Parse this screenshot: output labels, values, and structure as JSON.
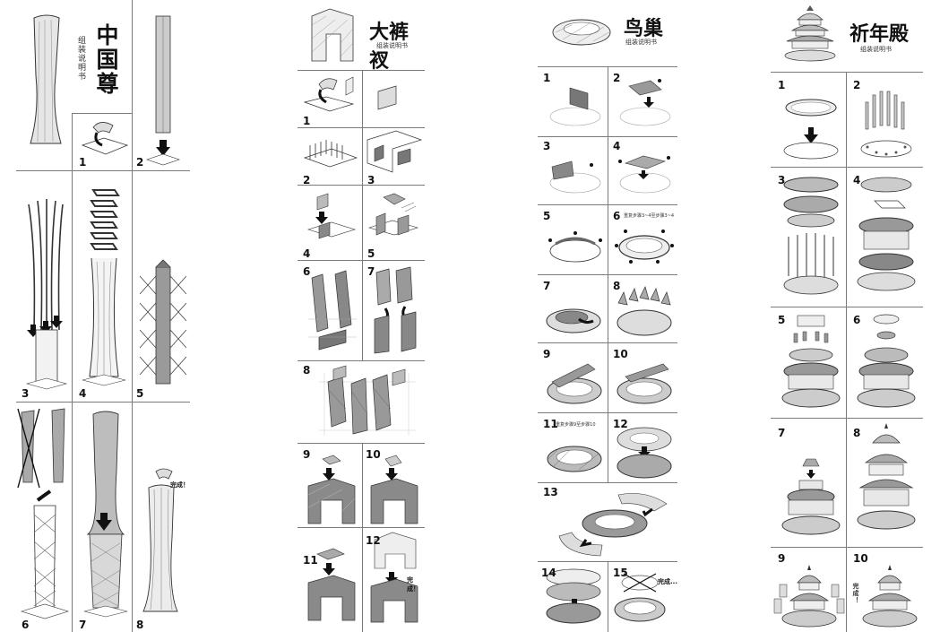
{
  "panels": [
    {
      "id": "zhongguozun",
      "title": "中国尊",
      "subtitle": "组装说明书",
      "steps": [
        "1",
        "2",
        "3",
        "4",
        "5",
        "6",
        "7",
        "8"
      ],
      "finish_note": "完成！"
    },
    {
      "id": "dakucha",
      "title": "大裤衩",
      "subtitle": "组装说明书",
      "steps": [
        "1",
        "2",
        "3",
        "4",
        "5",
        "6",
        "7",
        "8",
        "9",
        "10",
        "11",
        "12"
      ],
      "finish_note": "完成！"
    },
    {
      "id": "niaochao",
      "title": "鸟巢",
      "subtitle": "组装说明书",
      "steps": [
        "1",
        "2",
        "3",
        "4",
        "5",
        "6",
        "7",
        "8",
        "9",
        "10",
        "11",
        "12",
        "13",
        "14",
        "15"
      ],
      "step6_note": "重复步骤3~4至步骤3~4",
      "step11_note": "重复步骤9至步骤10",
      "finish_note": "完成..."
    },
    {
      "id": "qiniandian",
      "title": "祈年殿",
      "subtitle": "组装说明书",
      "steps": [
        "1",
        "2",
        "3",
        "4",
        "5",
        "6",
        "7",
        "8",
        "9",
        "10"
      ],
      "finish_note": "完成！"
    }
  ],
  "icons": {
    "arrow": "down-arrow-icon",
    "cross": "cross-out-icon"
  },
  "colors": {
    "line": "#7a7a7a",
    "ink": "#111111",
    "fill_gray": "#bdbdbd",
    "fill_dark": "#6a6a6a"
  }
}
